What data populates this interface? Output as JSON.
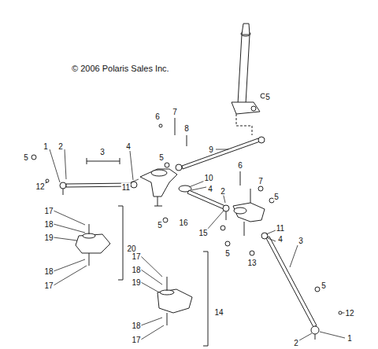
{
  "diagram": {
    "labels": [
      "© 2006 Polaris Sales Inc.",
      "5",
      "6",
      "7",
      "8",
      "9",
      "5",
      "1",
      "2",
      "3",
      "4",
      "5",
      "12",
      "10",
      "4",
      "11",
      "5",
      "16",
      "6",
      "7",
      "2",
      "5",
      "15",
      "11",
      "4",
      "3",
      "5",
      "13",
      "17",
      "18",
      "19",
      "20",
      "18",
      "17",
      "17",
      "18",
      "19",
      "14",
      "18",
      "17",
      "5",
      "12",
      "2",
      "1"
    ]
  }
}
